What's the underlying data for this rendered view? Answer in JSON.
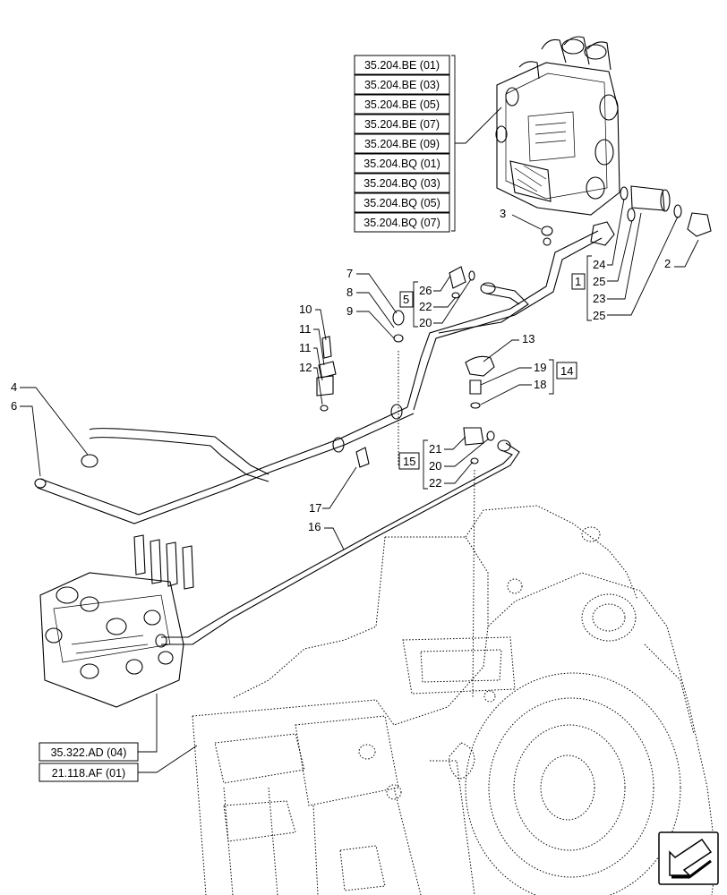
{
  "references": {
    "stack": [
      "35.204.BE (01)",
      "35.204.BE (03)",
      "35.204.BE (05)",
      "35.204.BE (07)",
      "35.204.BE (09)",
      "35.204.BQ (01)",
      "35.204.BQ (03)",
      "35.204.BQ (05)",
      "35.204.BQ (07)"
    ],
    "bottom": [
      "35.322.AD (04)",
      "21.118.AF (01)"
    ]
  },
  "callouts": {
    "n1": "1",
    "n2": "2",
    "n3": "3",
    "n4": "4",
    "n5": "5",
    "n6": "6",
    "n7": "7",
    "n8": "8",
    "n9": "9",
    "n10": "10",
    "n11a": "11",
    "n11b": "11",
    "n12": "12",
    "n13": "13",
    "n14": "14",
    "n15": "15",
    "n16": "16",
    "n17": "17",
    "n18": "18",
    "n19": "19",
    "g1_24": "24",
    "g1_25a": "25",
    "g1_23": "23",
    "g1_25b": "25",
    "g5_26": "26",
    "g5_22": "22",
    "g5_20": "20",
    "g15_21": "21",
    "g15_20": "20",
    "g15_22": "22"
  },
  "icons": {
    "navigation": "arrow-icon"
  }
}
